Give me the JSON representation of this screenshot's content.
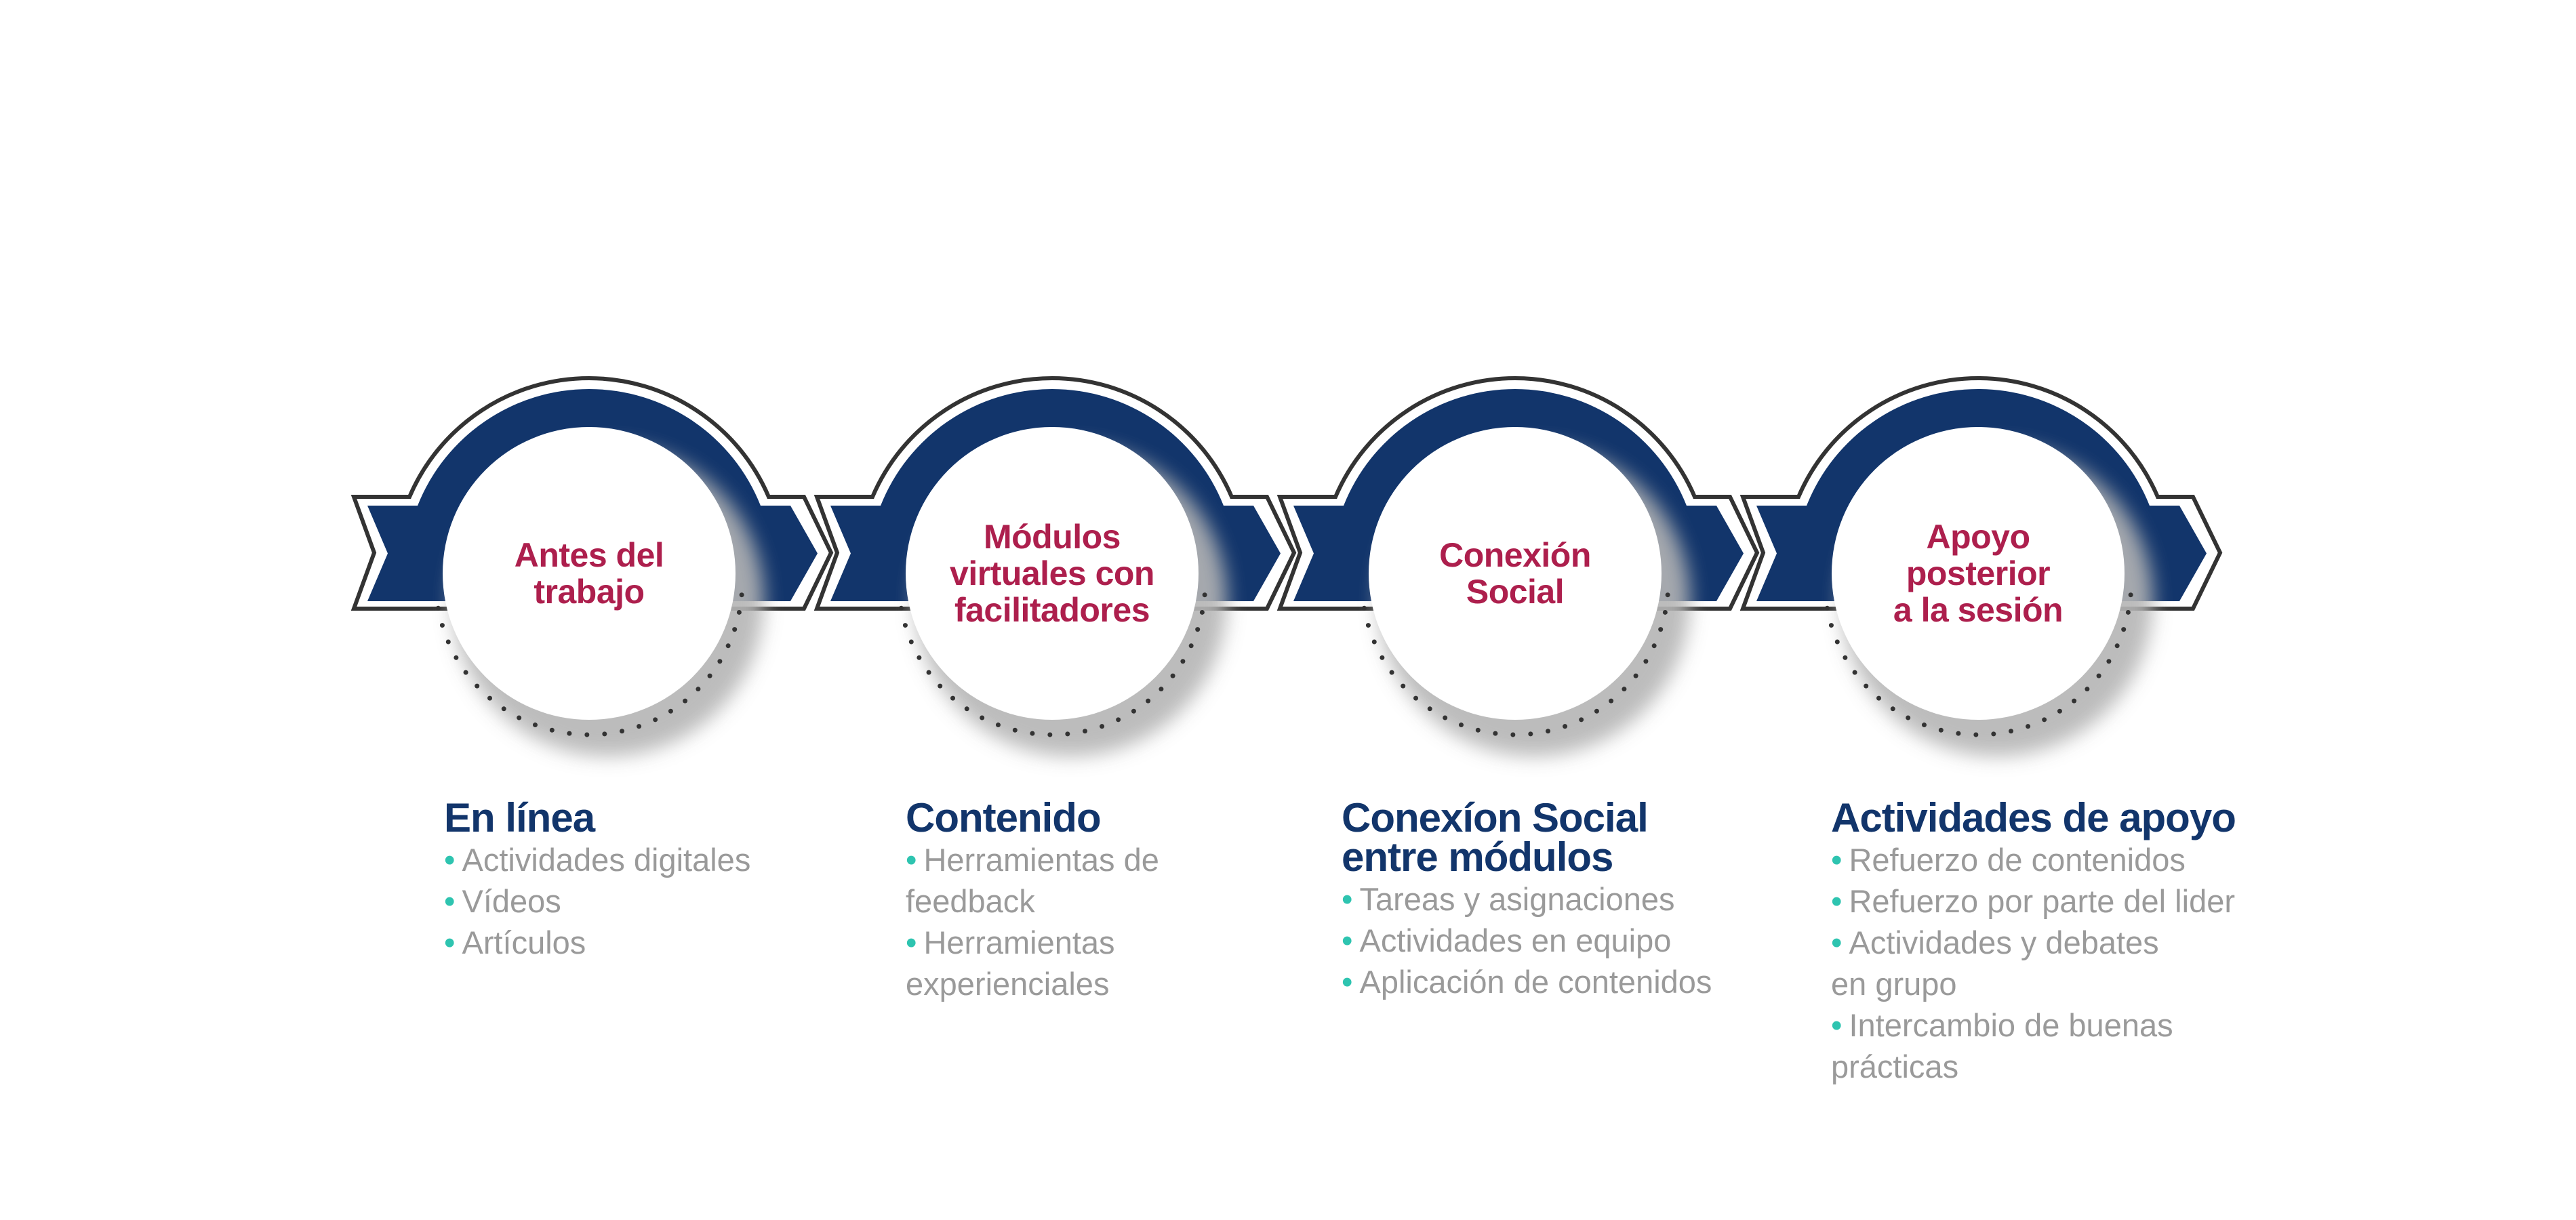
{
  "colors": {
    "ribbon": "#12356b",
    "ribbon_outline": "#333333",
    "step_title": "#ad1f4d",
    "heading": "#12356b",
    "item_text": "#9a9a9a",
    "bullet": "#2ec4b0"
  },
  "bullet_glyph": "•",
  "steps": [
    {
      "title_lines": [
        "Antes del",
        "trabajo"
      ],
      "heading_lines": [
        "En línea"
      ],
      "items": [
        [
          "Actividades digitales"
        ],
        [
          "Vídeos"
        ],
        [
          "Artículos"
        ]
      ]
    },
    {
      "title_lines": [
        "Módulos",
        "virtuales con",
        "facilitadores"
      ],
      "heading_lines": [
        "Contenido"
      ],
      "items": [
        [
          "Herramientas de",
          "feedback"
        ],
        [
          "Herramientas",
          "experienciales"
        ]
      ]
    },
    {
      "title_lines": [
        "Conexión",
        "Social"
      ],
      "heading_lines": [
        "Conexíon Social",
        "entre módulos"
      ],
      "items": [
        [
          "Tareas y asignaciones"
        ],
        [
          "Actividades en equipo"
        ],
        [
          "Aplicación de contenidos"
        ]
      ]
    },
    {
      "title_lines": [
        "Apoyo",
        "posterior",
        "a la sesión"
      ],
      "heading_lines": [
        "Actividades de apoyo"
      ],
      "items": [
        [
          "Refuerzo de contenidos"
        ],
        [
          "Refuerzo por parte del lider"
        ],
        [
          "Actividades y debates",
          "en grupo"
        ],
        [
          "Intercambio de buenas",
          "prácticas"
        ]
      ]
    }
  ]
}
